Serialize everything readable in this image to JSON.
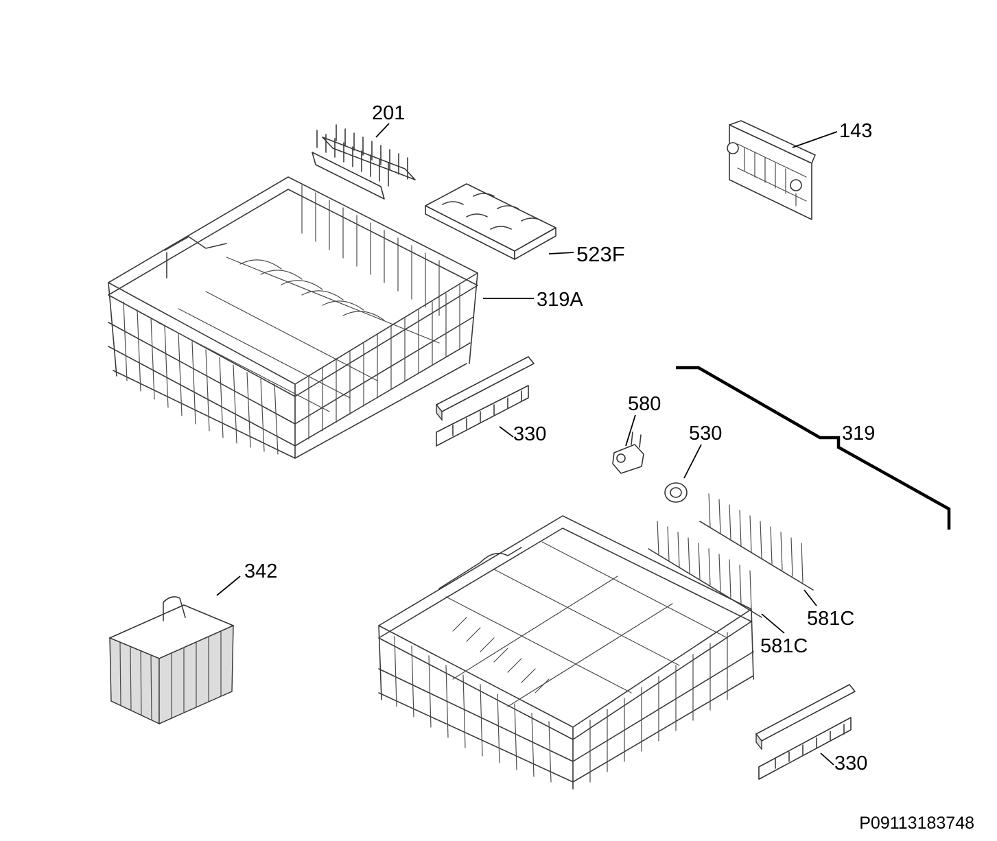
{
  "diagram": {
    "labels": [
      {
        "id": "201",
        "text": "201"
      },
      {
        "id": "143",
        "text": "143"
      },
      {
        "id": "523F",
        "text": "523F"
      },
      {
        "id": "319A",
        "text": "319A"
      },
      {
        "id": "330a",
        "text": "330"
      },
      {
        "id": "580",
        "text": "580"
      },
      {
        "id": "530",
        "text": "530"
      },
      {
        "id": "319",
        "text": "319"
      },
      {
        "id": "342",
        "text": "342"
      },
      {
        "id": "581Ca",
        "text": "581C"
      },
      {
        "id": "581Cb",
        "text": "581C"
      },
      {
        "id": "330b",
        "text": "330"
      }
    ],
    "reference_code": "P09113183748"
  }
}
